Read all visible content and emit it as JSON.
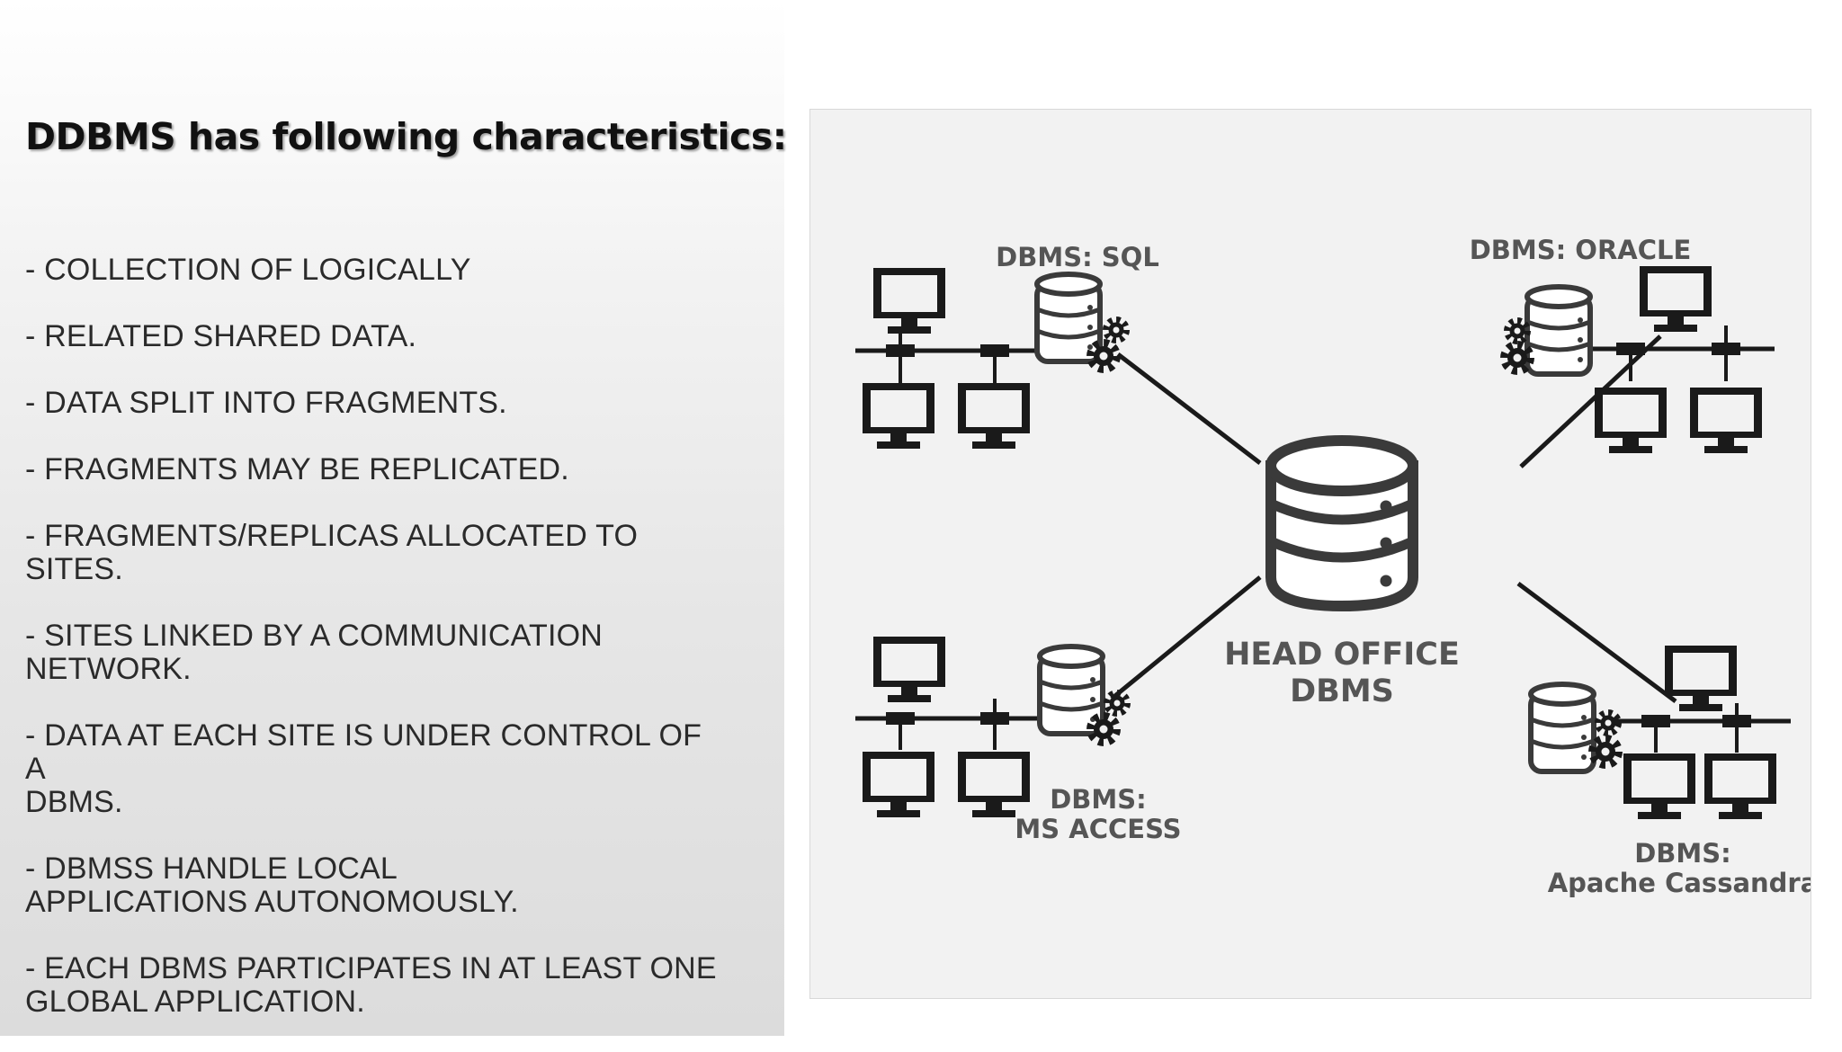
{
  "heading": "DDBMS has following characteristics:",
  "bullets": [
    {
      "line1": "- COLLECTION OF LOGICALLY"
    },
    {
      "line1": "- RELATED SHARED DATA."
    },
    {
      "line1": "- DATA SPLIT INTO FRAGMENTS."
    },
    {
      "line1": "- FRAGMENTS MAY BE REPLICATED."
    },
    {
      "line1": "- FRAGMENTS/REPLICAS ALLOCATED TO SITES."
    },
    {
      "line1": "- SITES LINKED BY A COMMUNICATION",
      "line2": "NETWORK."
    },
    {
      "line1": "- DATA AT EACH SITE IS UNDER CONTROL OF A",
      "line2": "DBMS."
    },
    {
      "line1": "- DBMSS HANDLE LOCAL",
      "line2": "APPLICATIONS AUTONOMOUSLY."
    },
    {
      "line1": "- EACH DBMS PARTICIPATES IN AT LEAST ONE",
      "line2": "GLOBAL APPLICATION."
    }
  ],
  "diagram": {
    "center": {
      "line1": "HEAD OFFICE",
      "line2": "DBMS"
    },
    "sites": {
      "sql": {
        "line1": "DBMS: SQL"
      },
      "oracle": {
        "line1": "DBMS: ORACLE"
      },
      "access": {
        "line1": "DBMS:",
        "line2": "MS ACCESS"
      },
      "cassandra": {
        "line1": "DBMS:",
        "line2": "Apache Cassandra"
      }
    },
    "icons": {
      "database": "database-icon",
      "computer": "computer-monitor-icon",
      "gear": "gear-icon"
    },
    "colors": {
      "line": "#1a1a1a",
      "label": "#555555",
      "panel": "#f2f2f2"
    }
  }
}
